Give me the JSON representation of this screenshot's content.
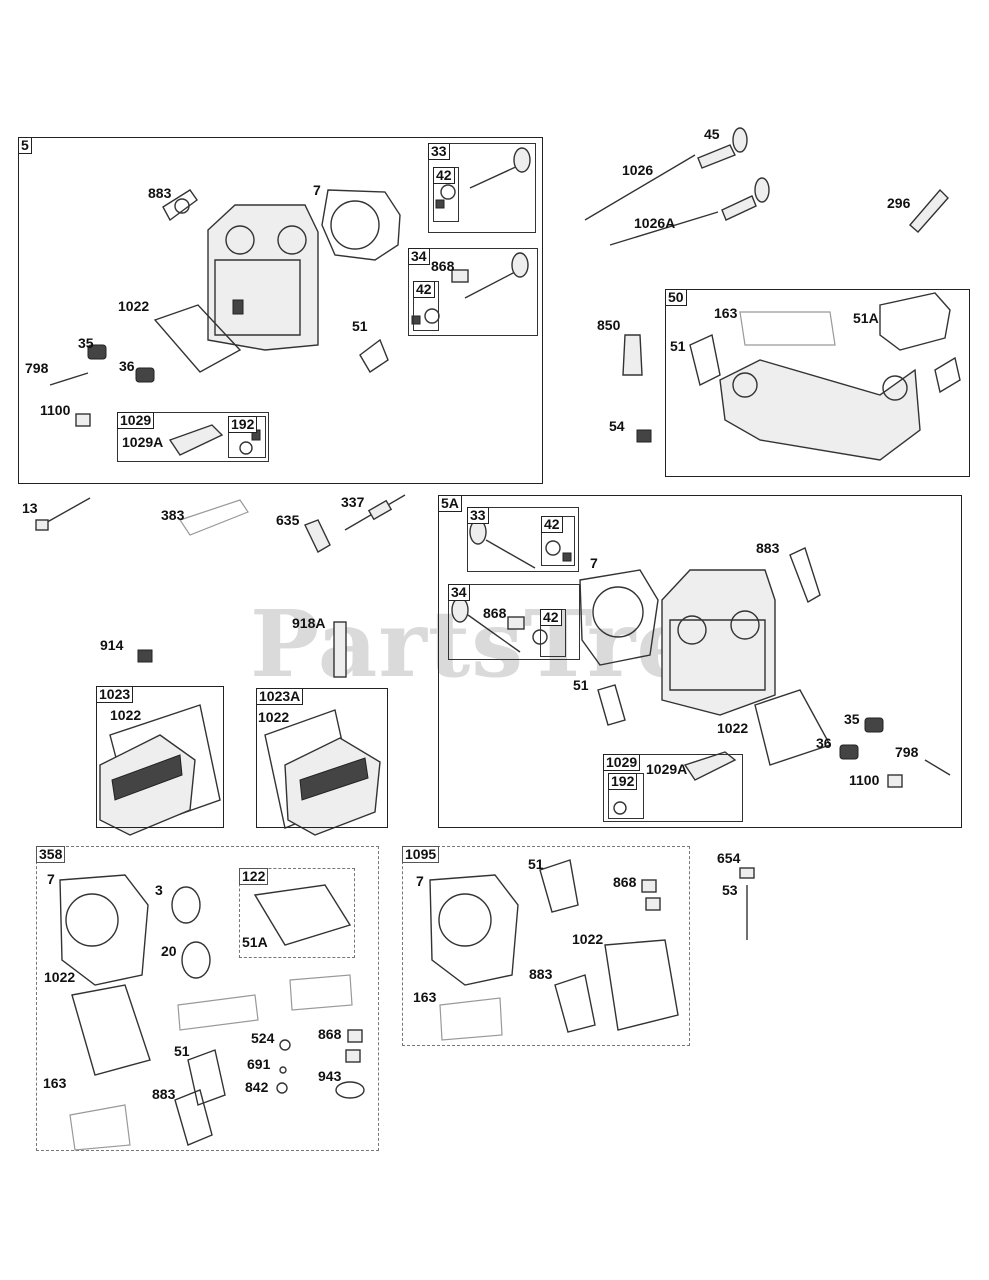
{
  "watermark": "PartsTre",
  "groups": {
    "g5": "5",
    "g5_33": "33",
    "g5_33_42": "42",
    "g5_34": "34",
    "g5_34_42": "42",
    "g5_1029": "1029",
    "g5_192": "192",
    "g50": "50",
    "g5A": "5A",
    "g5A_33": "33",
    "g5A_33_42": "42",
    "g5A_34": "34",
    "g5A_34_42": "42",
    "g5A_1029": "1029",
    "g5A_192": "192",
    "g1023": "1023",
    "g1023A": "1023A",
    "g358": "358",
    "g358_122": "122",
    "g1095": "1095"
  },
  "labels": {
    "a883": "883",
    "a7": "7",
    "a1022": "1022",
    "a51": "51",
    "a35": "35",
    "a798": "798",
    "a36": "36",
    "a1100": "1100",
    "a1029A": "1029A",
    "a868": "868",
    "b45": "45",
    "b1026": "1026",
    "b1026A": "1026A",
    "b296": "296",
    "b850": "850",
    "b163": "163",
    "b51A": "51A",
    "b51": "51",
    "b54": "54",
    "c13": "13",
    "c383": "383",
    "c635": "635",
    "c337": "337",
    "c918A": "918A",
    "c914": "914",
    "d1022a": "1022",
    "d1022b": "1022",
    "e7": "7",
    "e883": "883",
    "e868": "868",
    "e51": "51",
    "e1022": "1022",
    "e35": "35",
    "e36": "36",
    "e798": "798",
    "e1100": "1100",
    "e1029A": "1029A",
    "f7": "7",
    "f3": "3",
    "f20": "20",
    "f51A": "51A",
    "f1022": "1022",
    "f524": "524",
    "f868": "868",
    "f51": "51",
    "f691": "691",
    "f943": "943",
    "f163": "163",
    "f883": "883",
    "f842": "842",
    "h7": "7",
    "h51": "51",
    "h868": "868",
    "h1022": "1022",
    "h883": "883",
    "h163": "163",
    "i654": "654",
    "i53": "53"
  }
}
